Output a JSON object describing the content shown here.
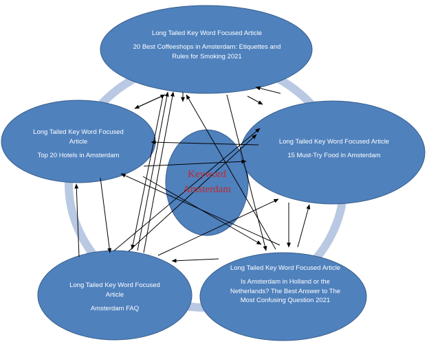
{
  "center": {
    "line1": "Keyword",
    "line2": "Amsterdam"
  },
  "nodes": {
    "top": {
      "heading": "Long Tailed Key Word Focused Article",
      "title": "20 Best Coffeeshops in Amsterdam: Etiquettes and Rules for Smoking 2021"
    },
    "left": {
      "heading": "Long Tailed Key Word Focused Article",
      "title": "Top 20 Hotels in Amsterdam"
    },
    "right": {
      "heading": "Long Tailed Key Word Focused Article",
      "title": "15 Must-Try Food in Amsterdam"
    },
    "bottom_left": {
      "heading": "Long Tailed Key Word Focused Article",
      "title": "Amsterdam FAQ"
    },
    "bottom_right": {
      "heading": "Long Tailed Key Word Focused Article",
      "title": "Is Amsterdam in Holland or the Netherlands? The Best Answer to The Most Confusing Question 2021"
    }
  },
  "colors": {
    "node_fill": "#4f81bd",
    "ring": "#b9c9e3",
    "center_text": "#c0282d",
    "arrow": "#000000"
  }
}
